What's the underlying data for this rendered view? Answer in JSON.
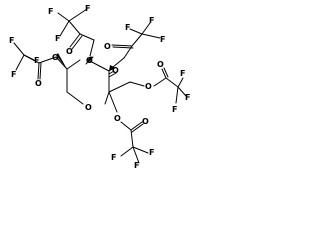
{
  "molecule": {
    "atoms": [
      {
        "id": "F1",
        "label": "F"
      },
      {
        "id": "F2",
        "label": "F"
      },
      {
        "id": "F3",
        "label": "F"
      },
      {
        "id": "O1",
        "label": "O"
      },
      {
        "id": "O2",
        "label": "O"
      },
      {
        "id": "F4",
        "label": "F"
      },
      {
        "id": "F5",
        "label": "F"
      },
      {
        "id": "F6",
        "label": "F"
      },
      {
        "id": "O3",
        "label": "O"
      },
      {
        "id": "O4",
        "label": "O"
      },
      {
        "id": "F7",
        "label": "F"
      },
      {
        "id": "F8",
        "label": "F"
      },
      {
        "id": "F9",
        "label": "F"
      },
      {
        "id": "O5",
        "label": "O"
      },
      {
        "id": "O6",
        "label": "O"
      },
      {
        "id": "O7",
        "label": "O"
      },
      {
        "id": "O8",
        "label": "O"
      },
      {
        "id": "F10",
        "label": "F"
      },
      {
        "id": "F11",
        "label": "F"
      },
      {
        "id": "F12",
        "label": "F"
      },
      {
        "id": "O9",
        "label": "O"
      },
      {
        "id": "O10",
        "label": "O"
      },
      {
        "id": "O11",
        "label": "O"
      },
      {
        "id": "F13",
        "label": "F"
      },
      {
        "id": "F14",
        "label": "F"
      },
      {
        "id": "F15",
        "label": "F"
      }
    ]
  }
}
